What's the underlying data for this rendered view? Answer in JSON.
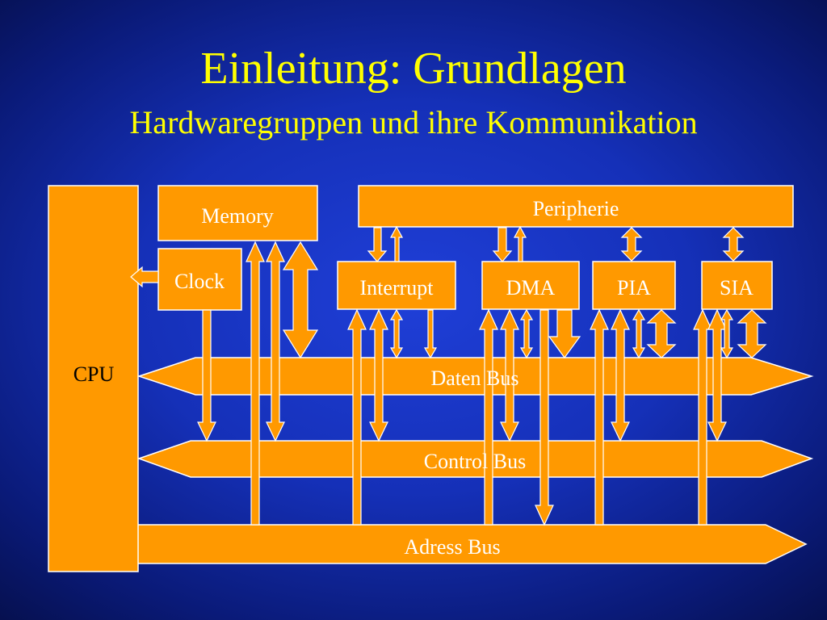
{
  "slide": {
    "title": "Einleitung: Grundlagen",
    "subtitle": "Hardwaregruppen und ihre Kommunikation"
  },
  "diagram": {
    "boxes": {
      "cpu": "CPU",
      "memory": "Memory",
      "clock": "Clock",
      "peripherie": "Peripherie",
      "interrupt": "Interrupt",
      "dma": "DMA",
      "pia": "PIA",
      "sia": "SIA"
    },
    "buses": {
      "data": "Daten Bus",
      "control": "Control Bus",
      "address": "Adress Bus"
    }
  },
  "colors": {
    "background": "#1530b8",
    "heading": "#ffff00",
    "component_fill": "#ff9900",
    "outline": "#ffffff"
  }
}
